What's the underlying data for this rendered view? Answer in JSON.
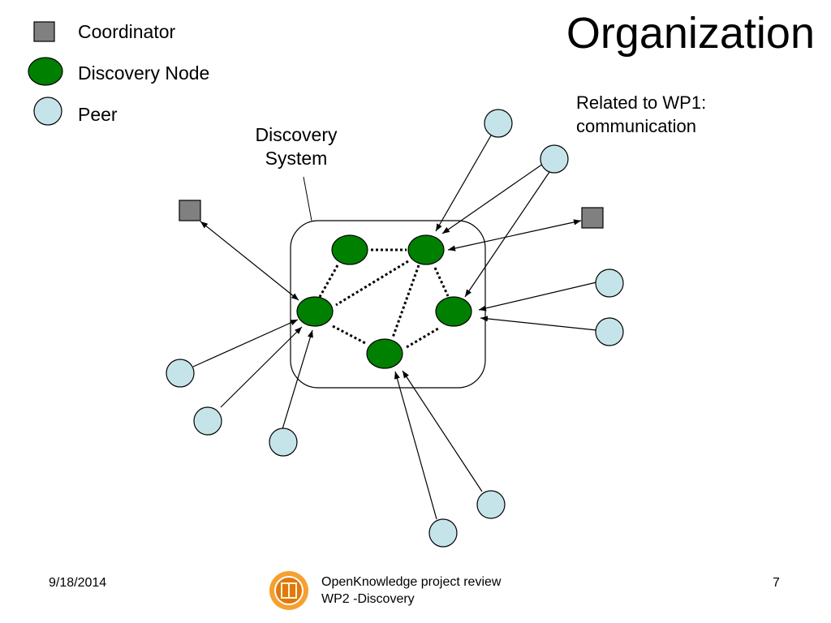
{
  "title": "Organization",
  "legend": {
    "coordinator": "Coordinator",
    "discovery_node": "Discovery Node",
    "peer": "Peer"
  },
  "system_label_line1": "Discovery",
  "system_label_line2": "System",
  "note_line1": "Related to WP1:",
  "note_line2": "communication",
  "footer": {
    "date": "9/18/2014",
    "project_line1": "OpenKnowledge project review",
    "project_line2": "WP2 -Discovery",
    "page": "7"
  },
  "colors": {
    "coordinator": "#808080",
    "discovery_node": "#008000",
    "peer": "#c5e4e9",
    "logo_outer": "#f5a030",
    "logo_inner": "#e07810"
  }
}
